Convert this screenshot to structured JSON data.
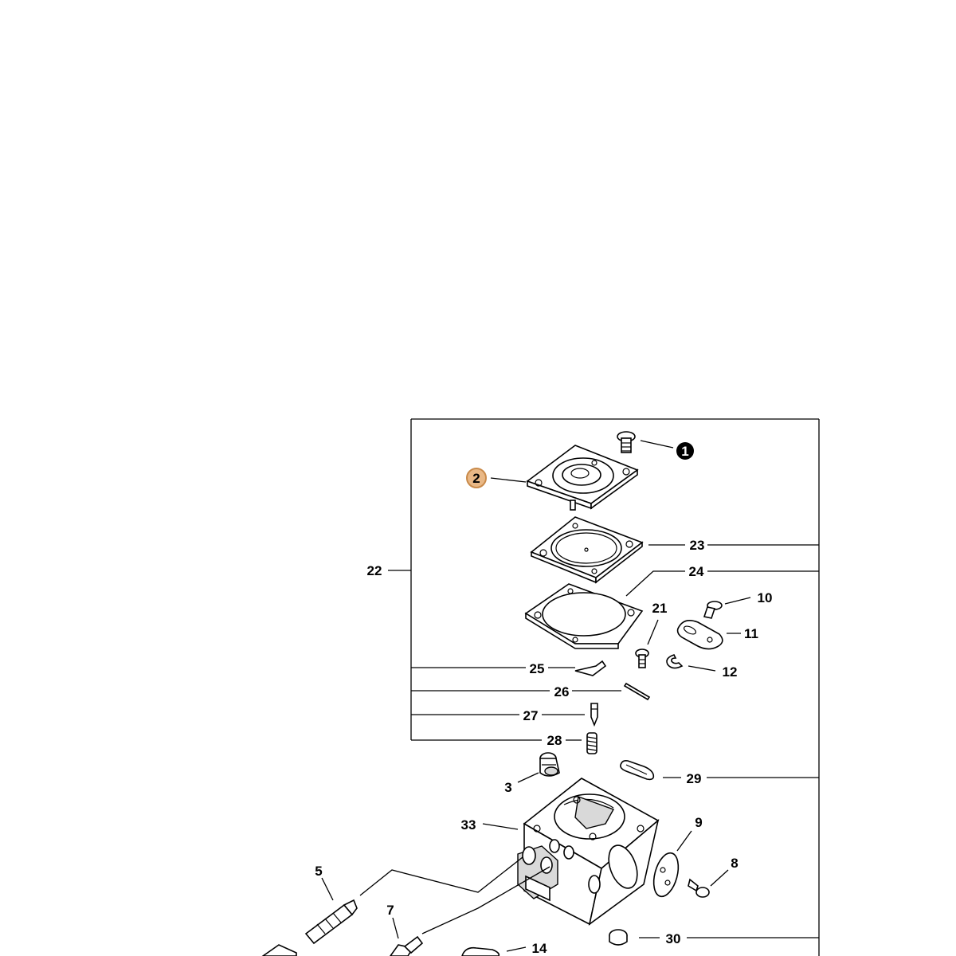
{
  "diagram": {
    "highlight_color": "#e9b886",
    "highlight_stroke": "#c98a4a",
    "bullet_color": "#000000",
    "callouts": {
      "c1": "1",
      "c2": "2",
      "c3": "3",
      "c5": "5",
      "c7": "7",
      "c8": "8",
      "c9": "9",
      "c10": "10",
      "c11": "11",
      "c12": "12",
      "c14": "14",
      "c21": "21",
      "c22": "22",
      "c23": "23",
      "c24": "24",
      "c25": "25",
      "c26": "26",
      "c27": "27",
      "c28": "28",
      "c29": "29",
      "c30": "30",
      "c33": "33"
    },
    "selected_callout": "2",
    "marked_callout": "1"
  }
}
